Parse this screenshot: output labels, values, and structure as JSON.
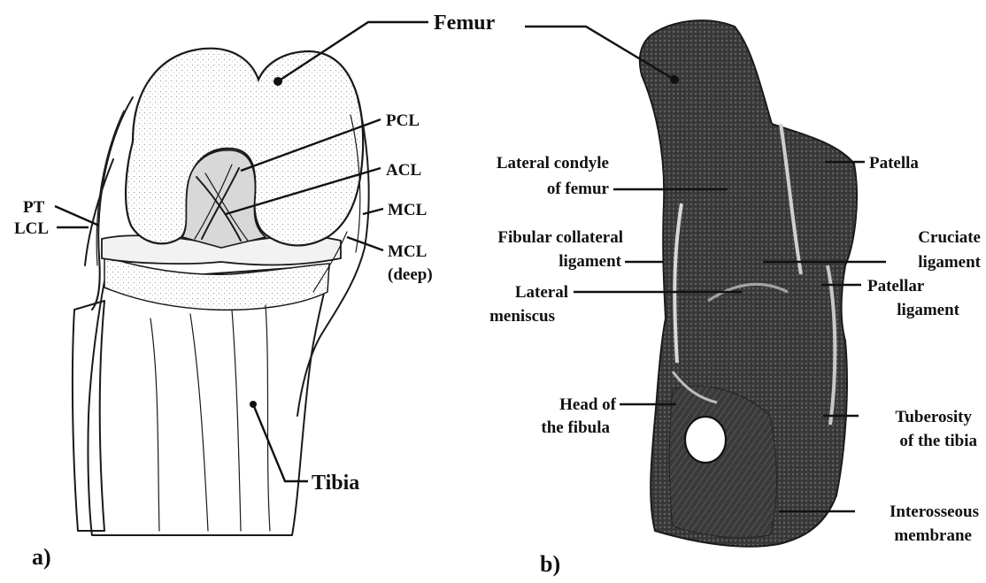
{
  "panel_a": {
    "panel_label": "a)",
    "labels": {
      "femur": "Femur",
      "pcl": "PCL",
      "acl": "ACL",
      "pt": "PT",
      "mcl": "MCL",
      "lcl": "LCL",
      "mcl_deep_1": "MCL",
      "mcl_deep_2": "(deep)",
      "tibia": "Tibia"
    }
  },
  "panel_b": {
    "panel_label": "b)",
    "labels": {
      "lateral_condyle_1": "Lateral condyle",
      "lateral_condyle_2": "of femur",
      "patella": "Patella",
      "fibular_collateral_1": "Fibular collateral",
      "fibular_collateral_2": "ligament",
      "cruciate_1": "Cruciate",
      "cruciate_2": "ligament",
      "lateral_meniscus_1": "Lateral",
      "lateral_meniscus_2": "meniscus",
      "patellar_ligament_1": "Patellar",
      "patellar_ligament_2": "ligament",
      "head_fibula_1": "Head of",
      "head_fibula_2": "the fibula",
      "tuberosity_1": "Tuberosity",
      "tuberosity_2": "of the tibia",
      "interosseous_1": "Interosseous",
      "interosseous_2": "membrane"
    }
  }
}
